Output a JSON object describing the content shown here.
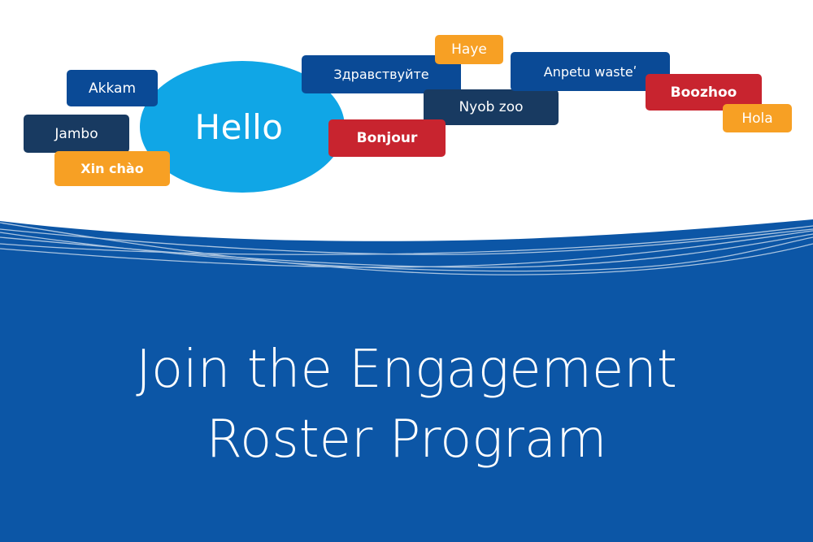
{
  "hero_word": "Hello",
  "greetings": [
    {
      "text": "Akkam",
      "color": "#0a4a96"
    },
    {
      "text": "Jambo",
      "color": "#183a61"
    },
    {
      "text": "Xin chào",
      "color": "#f7a024"
    },
    {
      "text": "Здравствуйте",
      "color": "#0a4a96"
    },
    {
      "text": "Haye",
      "color": "#f7a024"
    },
    {
      "text": "Nyob zoo",
      "color": "#183a61"
    },
    {
      "text": "Bonjour",
      "color": "#c8242f"
    },
    {
      "text": "Anpetu wasteʹ",
      "color": "#0a4a96"
    },
    {
      "text": "Boozhoo",
      "color": "#c8242f"
    },
    {
      "text": "Hola",
      "color": "#f7a024"
    }
  ],
  "colors": {
    "hero_circle": "#10a6e6",
    "banner": "#0c56a6",
    "text_light": "#ffffff"
  },
  "headline": {
    "line1": "Join the Engagement",
    "line2": "Roster Program"
  }
}
